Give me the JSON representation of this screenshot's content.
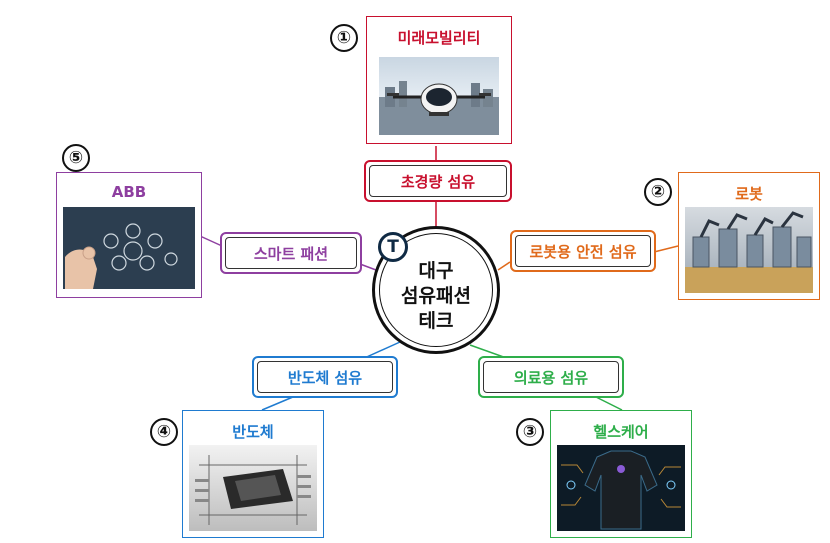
{
  "center": {
    "logo_letter": "T",
    "lines": [
      "대구",
      "섬유패션",
      "테크"
    ]
  },
  "branches": [
    {
      "id": "mobility",
      "number": "①",
      "card_title": "미래모빌리티",
      "fiber_label": "초경량 섬유",
      "color": "#c8102e",
      "icon": "drone-taxi-icon"
    },
    {
      "id": "robot",
      "number": "②",
      "card_title": "로봇",
      "fiber_label": "로봇용 안전 섬유",
      "color": "#e06a1b",
      "icon": "robot-arm-icon"
    },
    {
      "id": "health",
      "number": "③",
      "card_title": "헬스케어",
      "fiber_label": "의료용 섬유",
      "color": "#2eae4a",
      "icon": "smart-garment-icon"
    },
    {
      "id": "semiconductor",
      "number": "④",
      "card_title": "반도체",
      "fiber_label": "반도체 섬유",
      "color": "#1f7bd0",
      "icon": "chip-icon"
    },
    {
      "id": "abb",
      "number": "⑤",
      "card_title": "ABB",
      "fiber_label": "스마트 패션",
      "color": "#8e3fa0",
      "icon": "smart-textile-touch-icon"
    }
  ]
}
